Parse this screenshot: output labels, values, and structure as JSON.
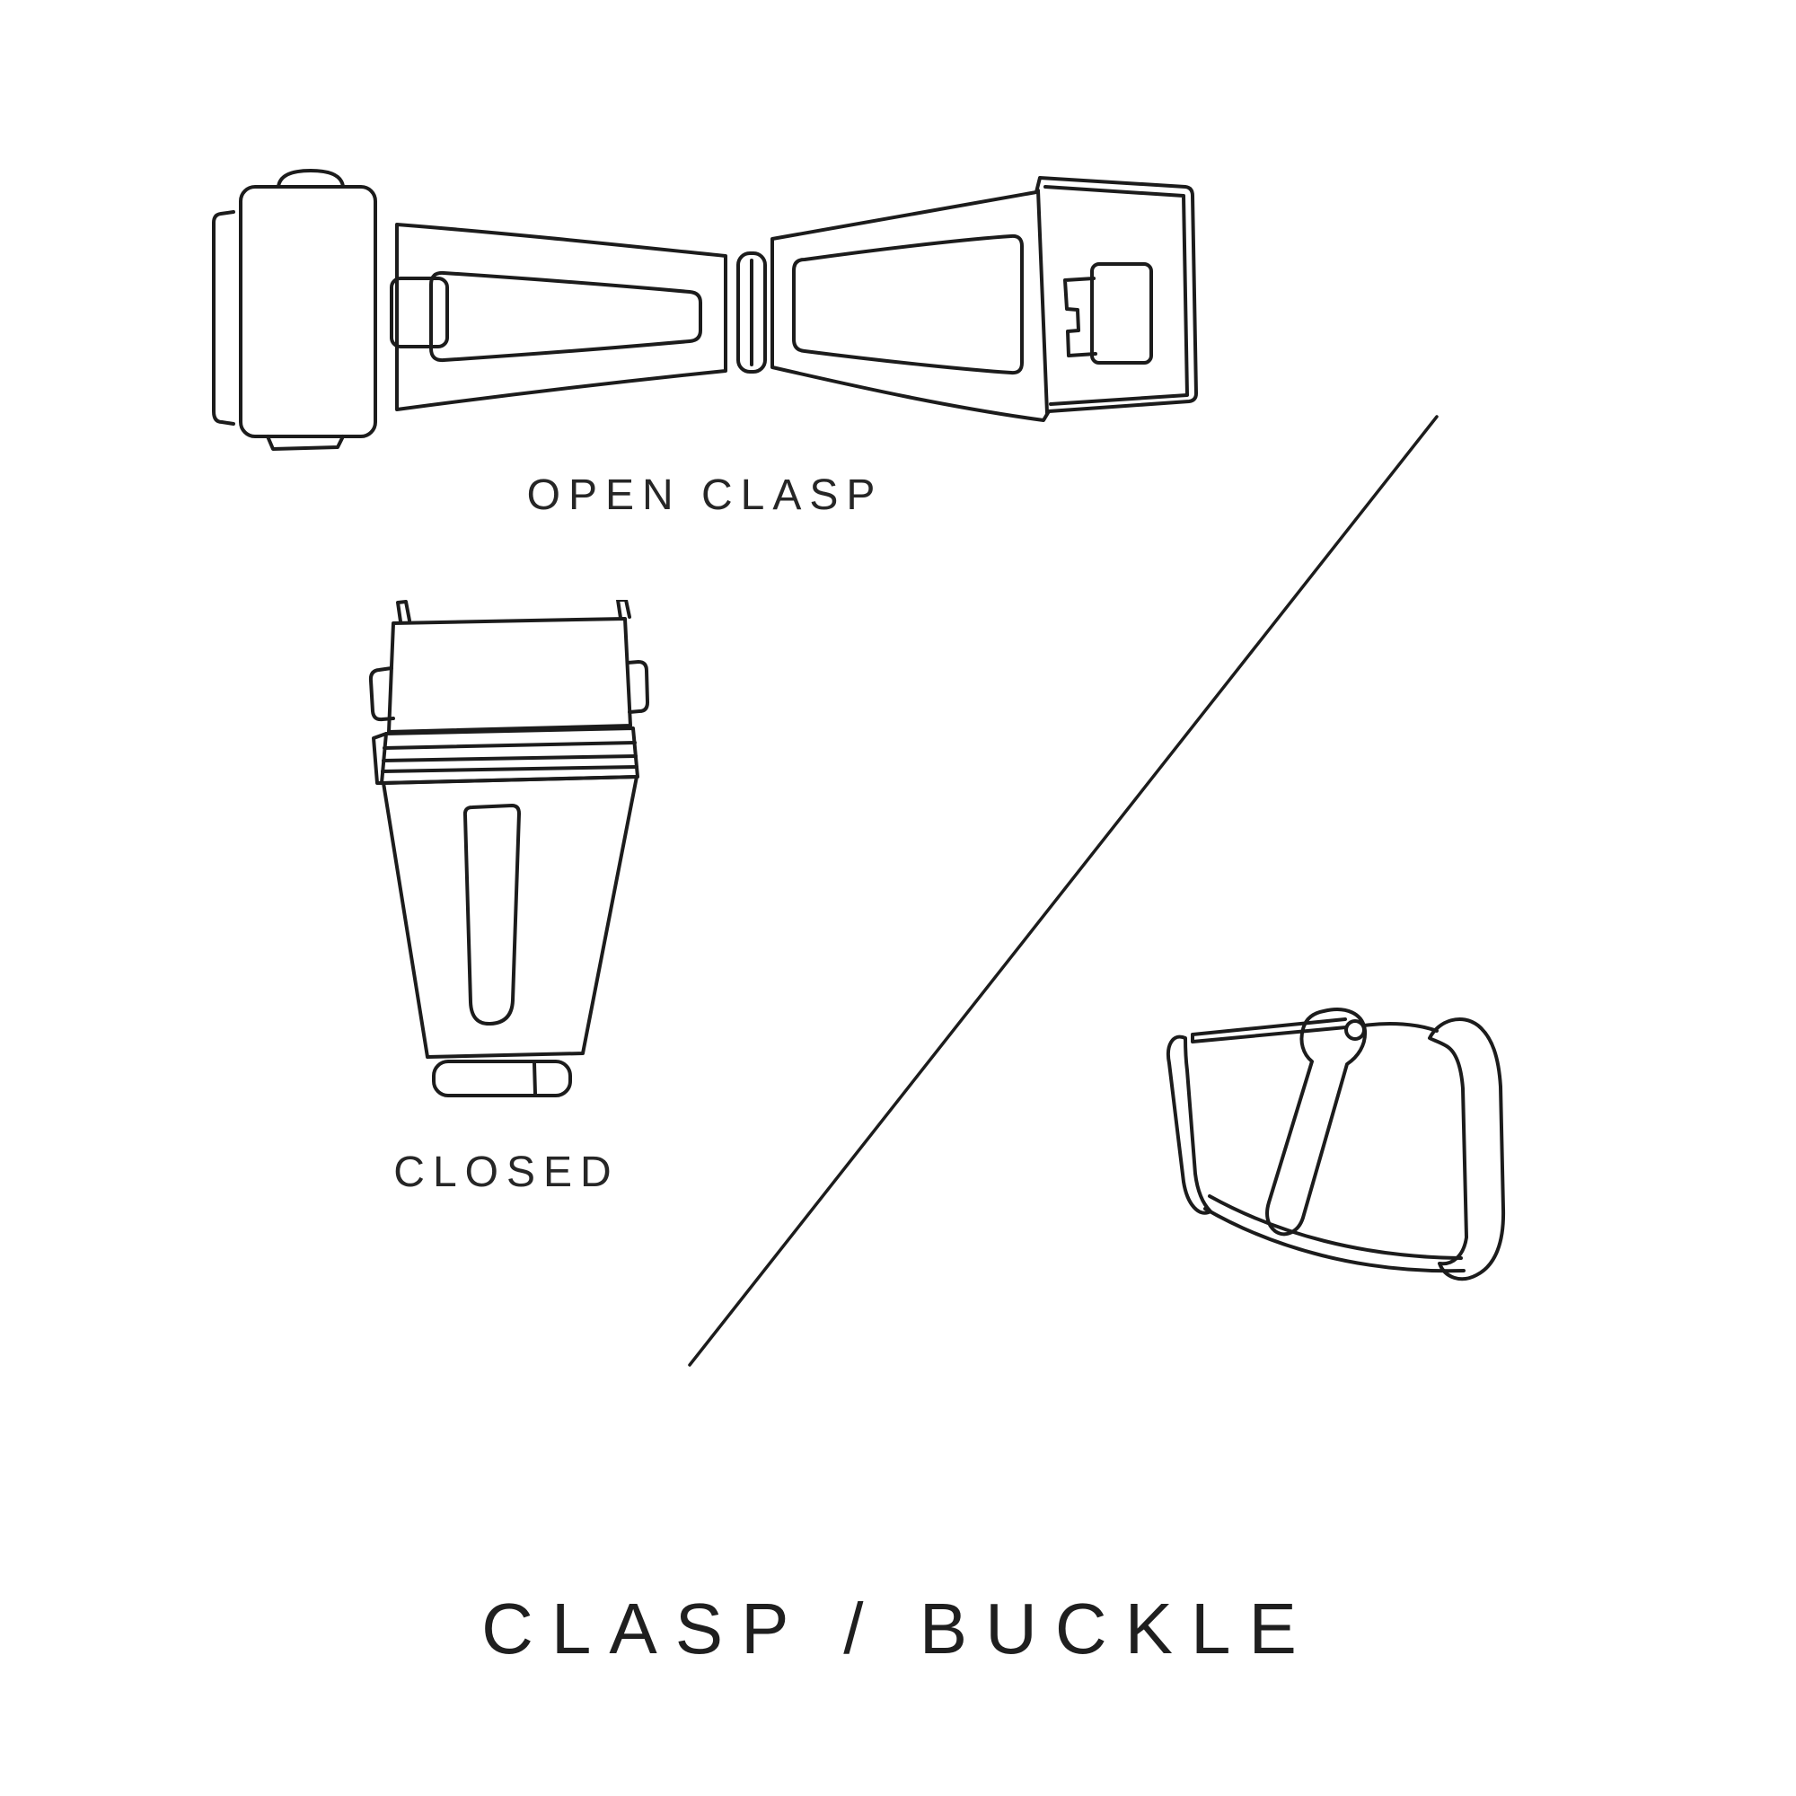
{
  "page": {
    "background_color": "#ffffff",
    "line_color": "#1c1c1c",
    "text_color": "#262626"
  },
  "title": "CLASP / BUCKLE",
  "figures": {
    "open_clasp": {
      "label": "OPEN CLASP",
      "icon": "open-clasp-illustration"
    },
    "closed_clasp": {
      "label": "CLOSED",
      "icon": "closed-clasp-illustration"
    },
    "buckle": {
      "icon": "tang-buckle-illustration"
    }
  },
  "divider": {
    "icon": "diagonal-divider-line"
  }
}
